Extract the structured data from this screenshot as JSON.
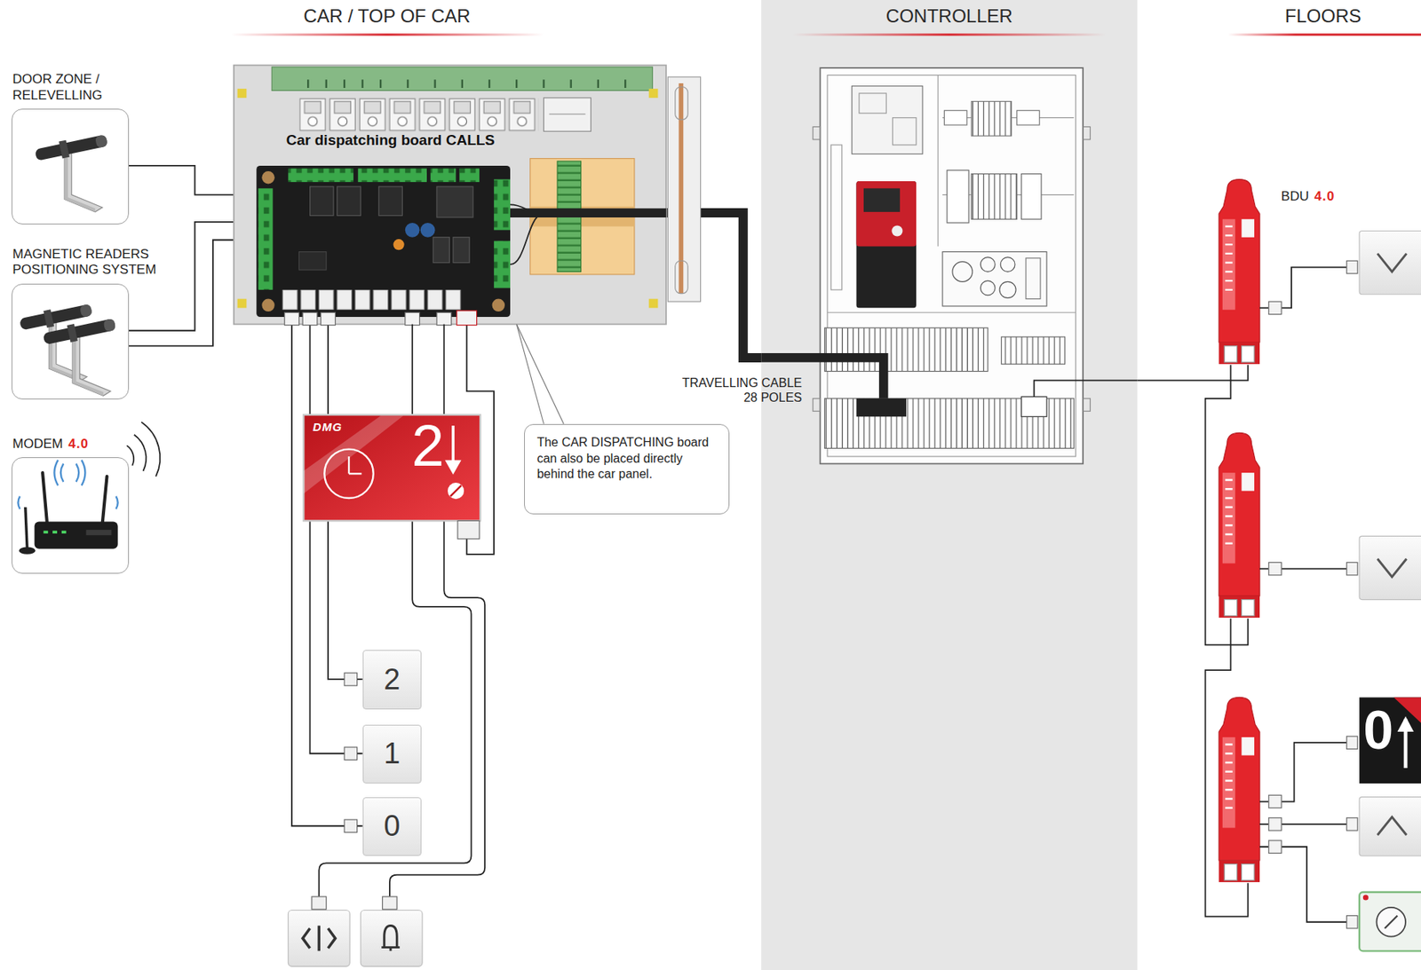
{
  "diagram": {
    "nodes": [
      {
        "text": [
          "DOOR ZONE / RELEVELLING"
        ]
      },
      {
        "text": [
          "MAGNETIC READERS POSITIONING SYSTEM"
        ]
      },
      {
        "text": [
          "MODEM",
          "4.0"
        ]
      },
      {
        "text": [
          "Car dispatching board CALLS"
        ]
      },
      {
        "text": [
          "DMG",
          "2"
        ]
      },
      {
        "text": [
          "The CAR DISPATCHING board can also be placed directly behind the car panel."
        ]
      },
      {
        "text": [
          "2"
        ]
      },
      {
        "text": [
          "1"
        ]
      },
      {
        "text": [
          "0"
        ]
      },
      {
        "text": [
          "CONTROLLER"
        ]
      },
      {
        "text": [
          "BDU",
          "4.0"
        ]
      },
      {
        "text": [
          "0"
        ]
      }
    ],
    "edges": [
      {
        "from": 0,
        "to": 3,
        "arrow": "none"
      },
      {
        "from": 1,
        "to": 3,
        "arrow": "none"
      },
      {
        "from": 1,
        "to": 3,
        "arrow": "none"
      },
      {
        "from": 3,
        "to": 4,
        "arrow": "none"
      },
      {
        "from": 3,
        "to": 6,
        "arrow": "none"
      },
      {
        "from": 3,
        "to": 7,
        "arrow": "none"
      },
      {
        "from": 3,
        "to": 8,
        "arrow": "none"
      },
      {
        "from": 5,
        "to": 3,
        "arrow": "none"
      },
      {
        "from": 3,
        "to": 9,
        "label": "TRAVELLING CABLE 28 POLES",
        "arrow": "none"
      },
      {
        "from": 9,
        "to": 10,
        "arrow": "none"
      }
    ],
    "labels": [
      "CAR / TOP OF CAR",
      "FLOORS"
    ]
  }
}
